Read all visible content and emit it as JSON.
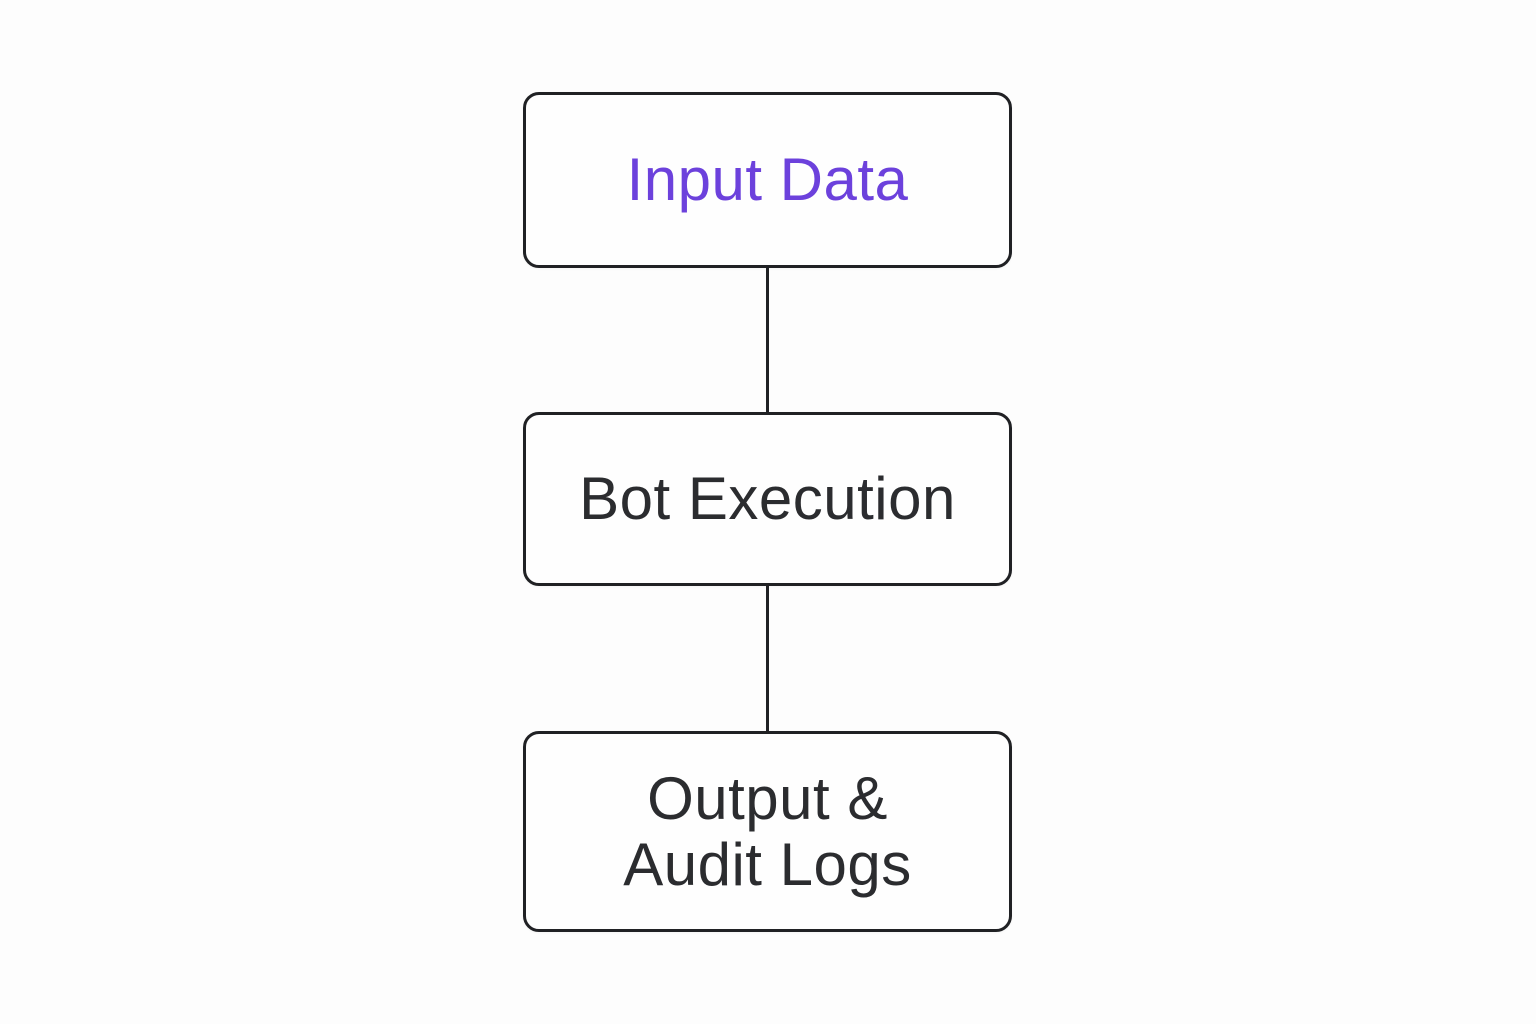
{
  "diagram": {
    "type": "flowchart",
    "direction": "top-down",
    "background_color": "#fdfdfd",
    "node_border_color": "#202124",
    "node_fill_color": "#fefefe",
    "accent_text_color": "#6c41dc",
    "default_text_color": "#2b2c2f",
    "connector_color": "#202124",
    "nodes": [
      {
        "id": "input-data",
        "label": "Input Data",
        "lines": [
          "Input Data"
        ],
        "text_color": "#6c41dc"
      },
      {
        "id": "bot-execution",
        "label": "Bot Execution",
        "lines": [
          "Bot Execution"
        ],
        "text_color": "#2b2c2f"
      },
      {
        "id": "output-audit-logs",
        "label": "Output & Audit Logs",
        "lines": [
          "Output &",
          "Audit Logs"
        ],
        "text_color": "#2b2c2f"
      }
    ],
    "connectors": [
      {
        "from": "input-data",
        "to": "bot-execution"
      },
      {
        "from": "bot-execution",
        "to": "output-audit-logs"
      }
    ]
  }
}
